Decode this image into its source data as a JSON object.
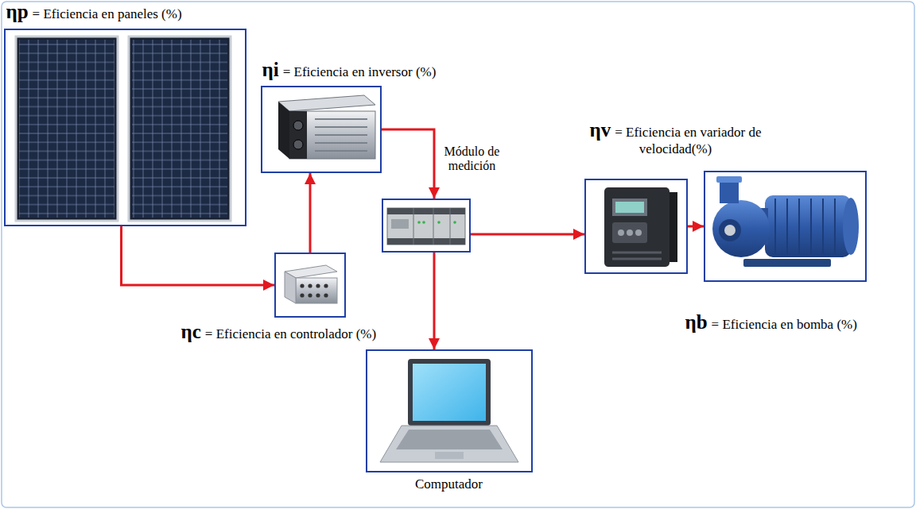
{
  "diagram": {
    "nodes": [
      {
        "text": [
          "ηp",
          "= Eficiencia en paneles (%)"
        ]
      },
      {
        "text": [
          "ηi",
          "= Eficiencia en inversor (%)"
        ]
      },
      {
        "text": [
          "Módulo de medición"
        ]
      },
      {
        "text": [
          "ηv",
          "= Eficiencia en variador de velocidad(%)"
        ]
      },
      {
        "text": [
          "ηb",
          "= Eficiencia en bomba (%)"
        ]
      },
      {
        "text": [
          "ηc",
          "= Eficiencia en controlador (%)"
        ]
      },
      {
        "text": [
          "Computador"
        ]
      }
    ],
    "edges": [
      {
        "from": 0,
        "to": 5,
        "arrow": "to"
      },
      {
        "from": 5,
        "to": 1,
        "arrow": "to"
      },
      {
        "from": 1,
        "to": 2,
        "arrow": "to"
      },
      {
        "from": 2,
        "to": 3,
        "arrow": "to"
      },
      {
        "from": 2,
        "to": 6,
        "arrow": "to"
      },
      {
        "from": 3,
        "to": 4,
        "arrow": "to"
      }
    ]
  }
}
